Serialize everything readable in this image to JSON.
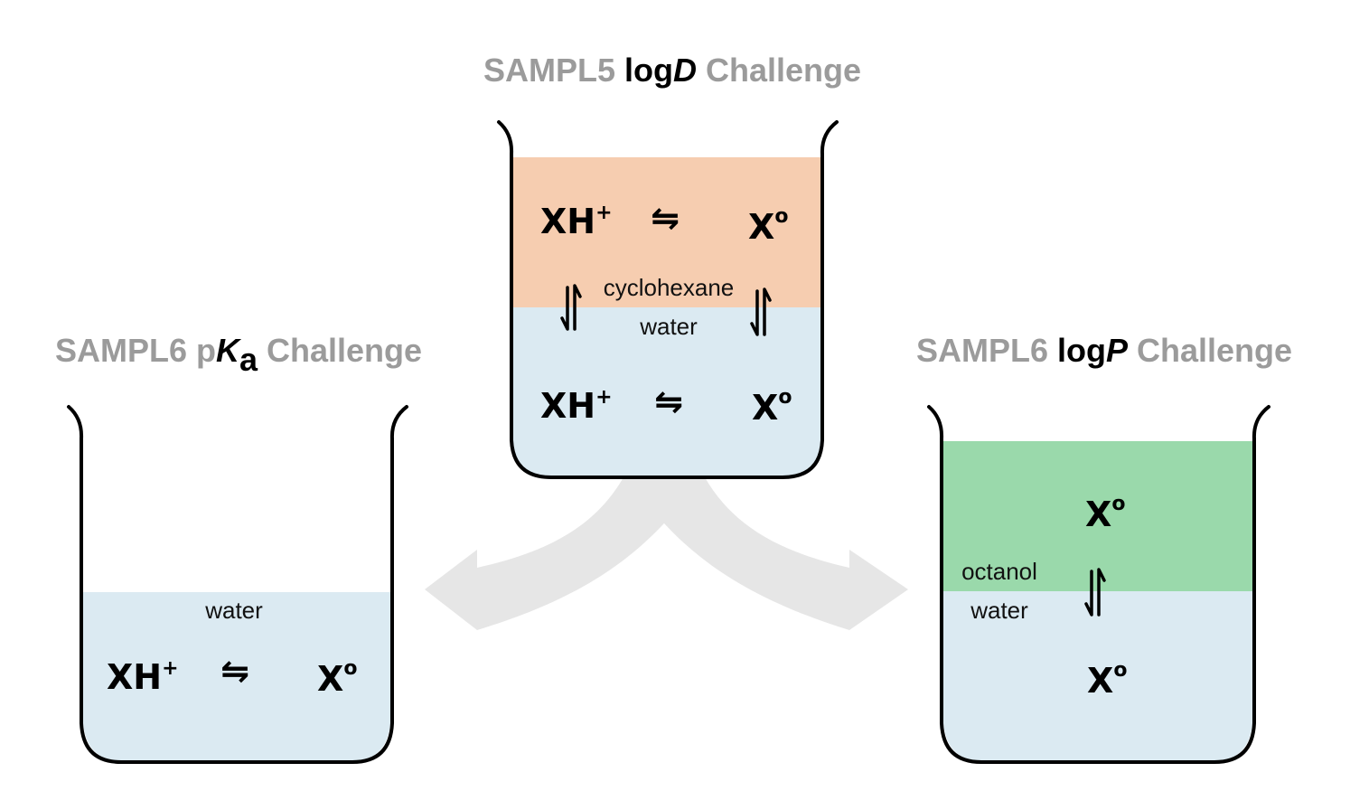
{
  "titles": {
    "logd": {
      "prefix": "SAMPL5 ",
      "bold": "log",
      "italic": "D",
      "suffix": " Challenge"
    },
    "pka": {
      "prefix": "SAMPL6 p",
      "italic": "K",
      "sub": "a",
      "suffix": " Challenge"
    },
    "logp": {
      "prefix": "SAMPL6 ",
      "bold": "log",
      "italic": "P",
      "suffix": " Challenge"
    }
  },
  "species": {
    "protonated": "XH",
    "protonated_charge": "+",
    "neutral": "X",
    "neutral_charge": "o",
    "equilibrium": "⇋"
  },
  "labels": {
    "cyclohexane": "cyclohexane",
    "water": "water",
    "octanol": "octanol"
  },
  "colors": {
    "title": "#9b9b9b",
    "water": "#dbeaf2",
    "cyclohexane": "#f6cdb0",
    "octanol": "#9ad9ab",
    "arrows": "#e6e6e6"
  }
}
